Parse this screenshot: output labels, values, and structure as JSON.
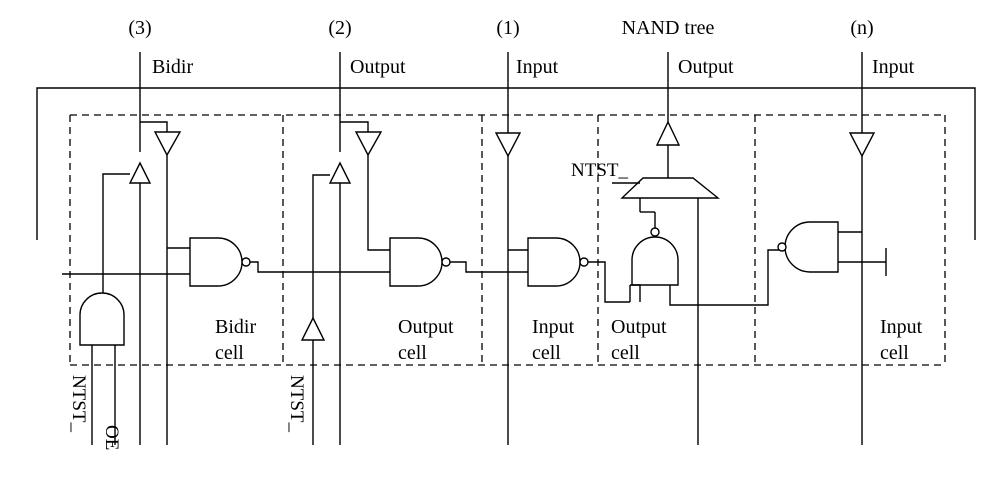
{
  "pins": [
    {
      "number": "(3)",
      "type": "Bidir"
    },
    {
      "number": "(2)",
      "type": "Output"
    },
    {
      "number": "(1)",
      "type": "Input"
    },
    {
      "number": "NAND tree",
      "type": "Output"
    },
    {
      "number": "(n)",
      "type": "Input"
    }
  ],
  "cells": [
    {
      "line1": "Bidir",
      "line2": "cell"
    },
    {
      "line1": "Output",
      "line2": "cell"
    },
    {
      "line1": "Input",
      "line2": "cell"
    },
    {
      "line1": "Output",
      "line2": "cell"
    },
    {
      "line1": "Input",
      "line2": "cell"
    }
  ],
  "signals": {
    "ntst_bidir": "NTST_",
    "oe": "OE",
    "ntst_output": "NTST_",
    "ntst_mux": "NTST_"
  }
}
